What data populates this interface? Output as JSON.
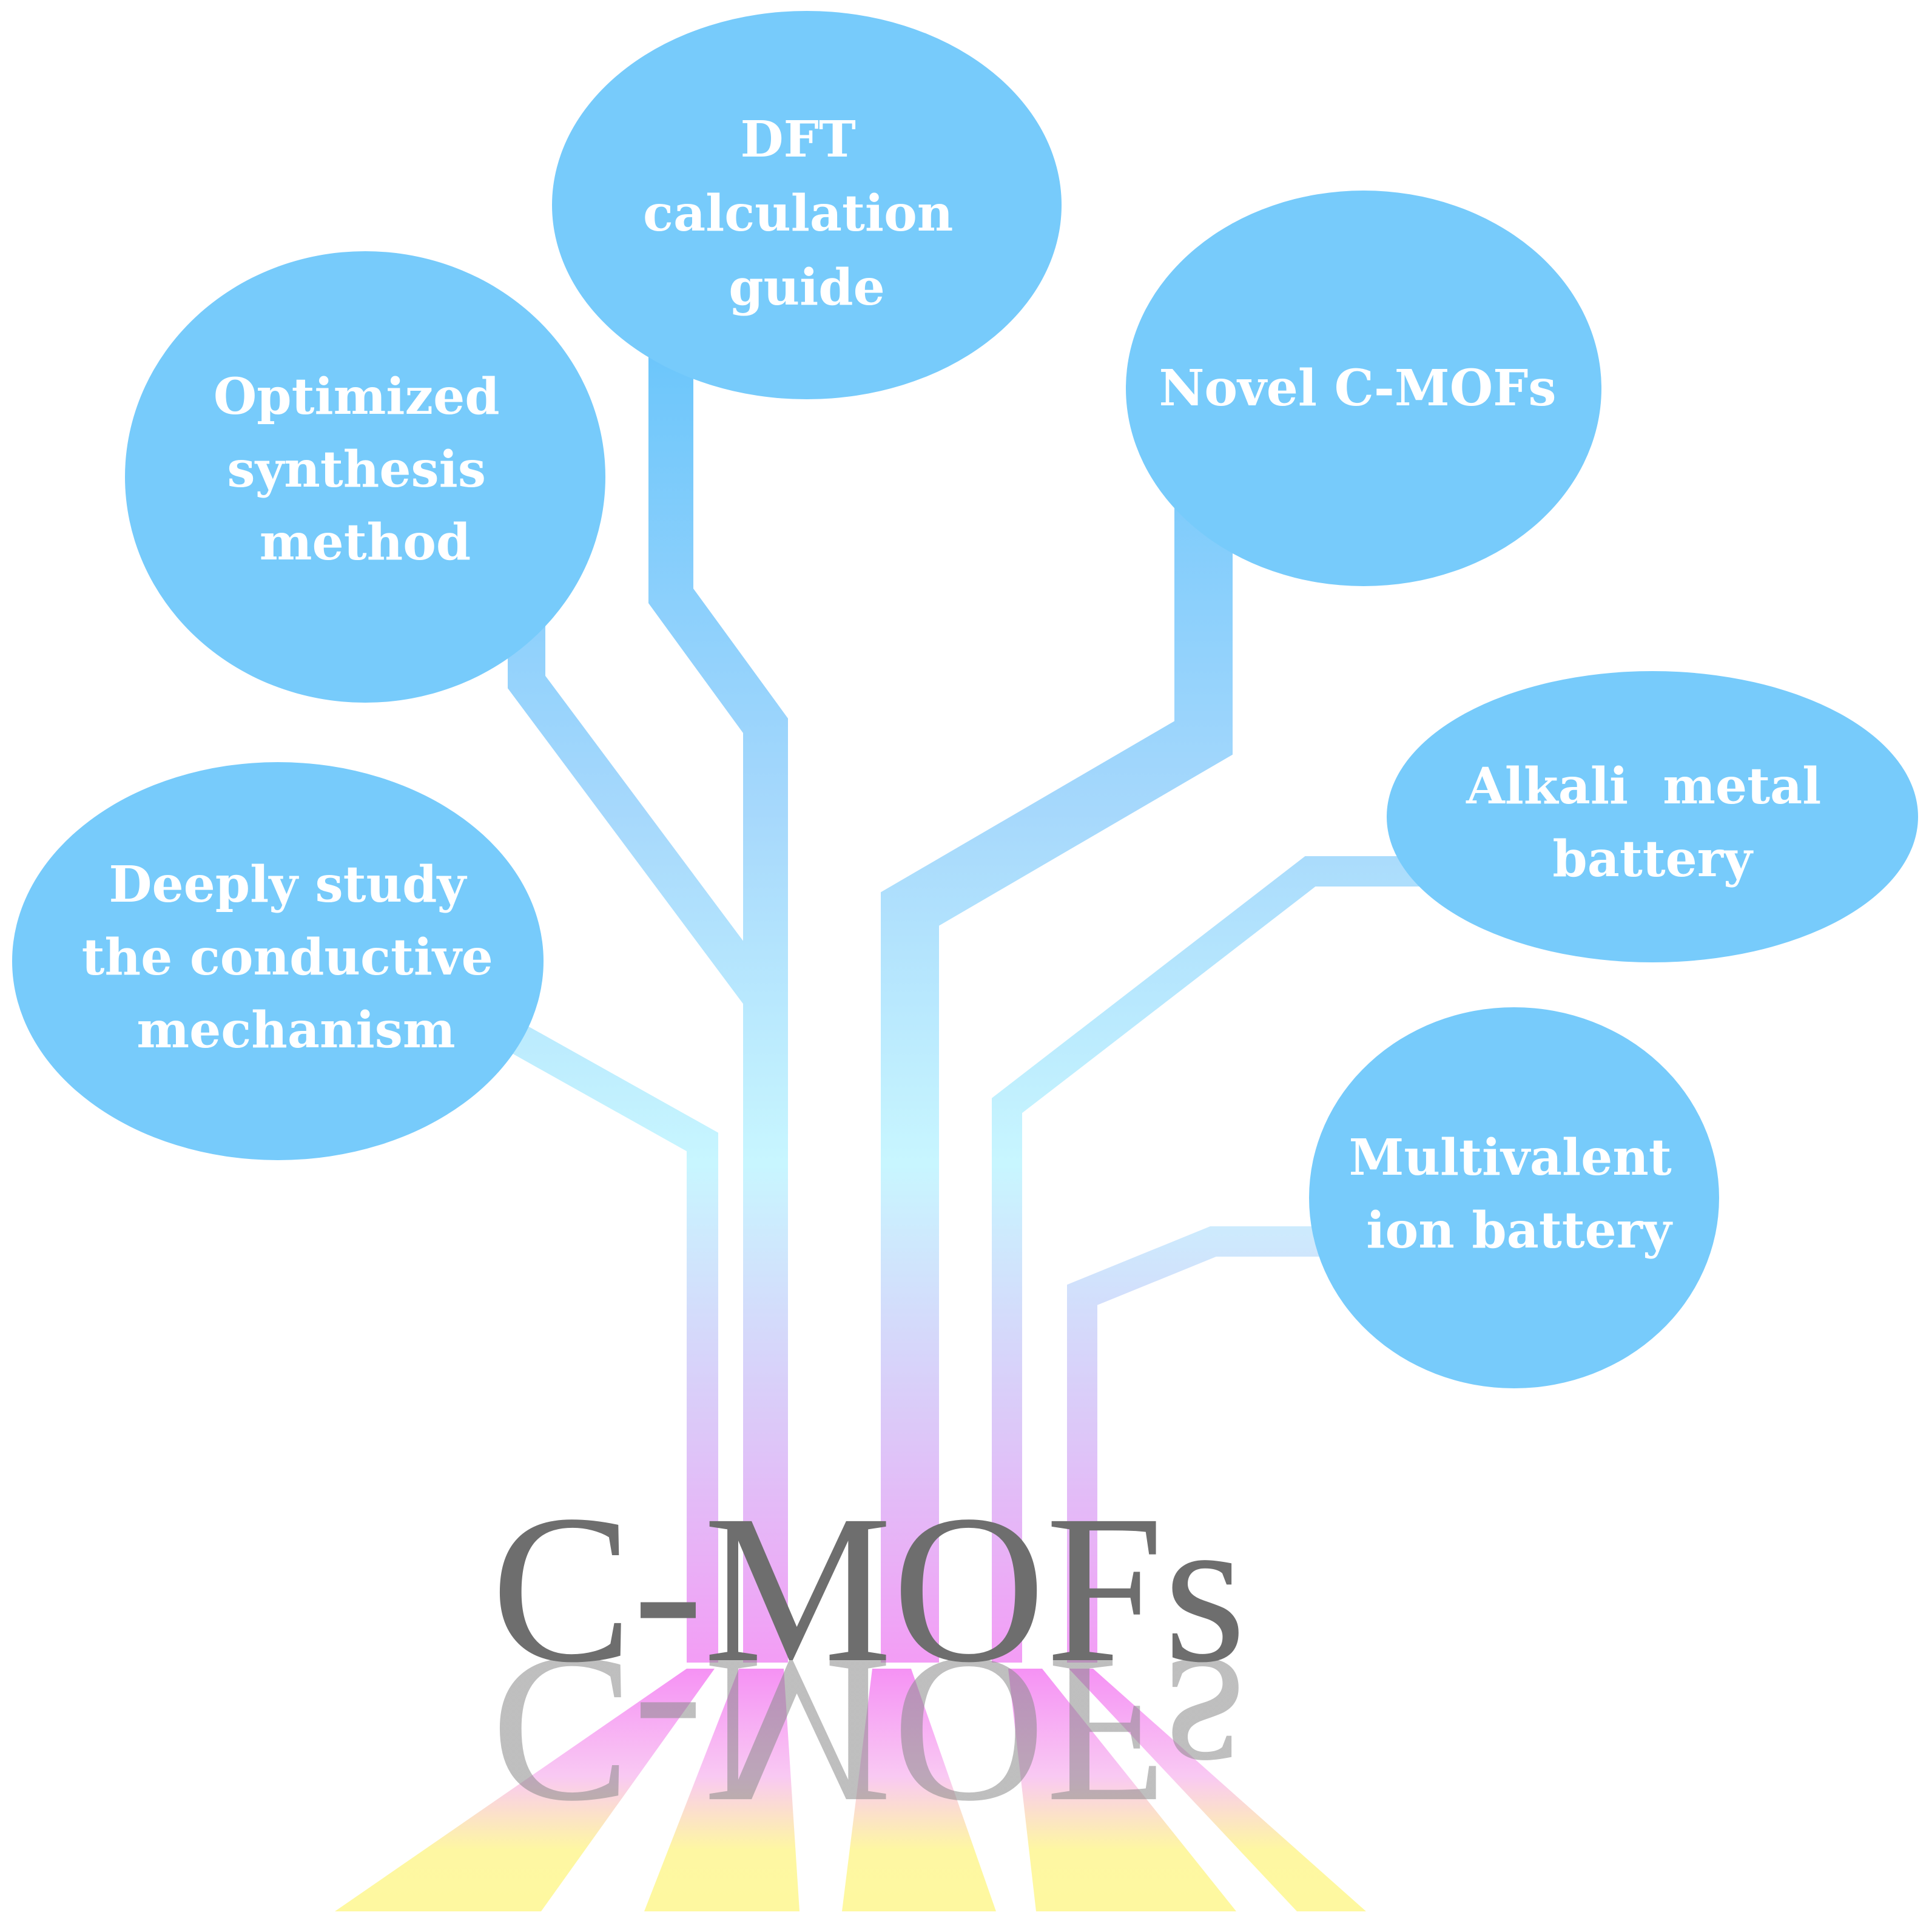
{
  "title": "C-MOFs",
  "colors": {
    "bubble": "#77cbfb",
    "branch_top": "#7dc8fb",
    "branch_mid": "#c8f6ff",
    "branch_low": "#f3a5f5",
    "root_pink": "#f7a6f3",
    "root_yellow": "#fef8a0",
    "title": "#6e6e6e",
    "text": "#ffffff"
  },
  "nodes": [
    {
      "id": "dft",
      "lines": [
        "DFT",
        "calculation",
        "guide"
      ]
    },
    {
      "id": "synthesis",
      "lines": [
        "Optimized",
        "synthesis",
        "method"
      ]
    },
    {
      "id": "novel",
      "lines": [
        "Novel C-MOFs"
      ]
    },
    {
      "id": "alkali",
      "lines": [
        "Alkali  metal",
        "battery"
      ]
    },
    {
      "id": "mechanism",
      "lines": [
        "Deeply study",
        "the conductive",
        "mechanism"
      ]
    },
    {
      "id": "multivalent",
      "lines": [
        "Multivalent",
        "ion battery"
      ]
    }
  ]
}
